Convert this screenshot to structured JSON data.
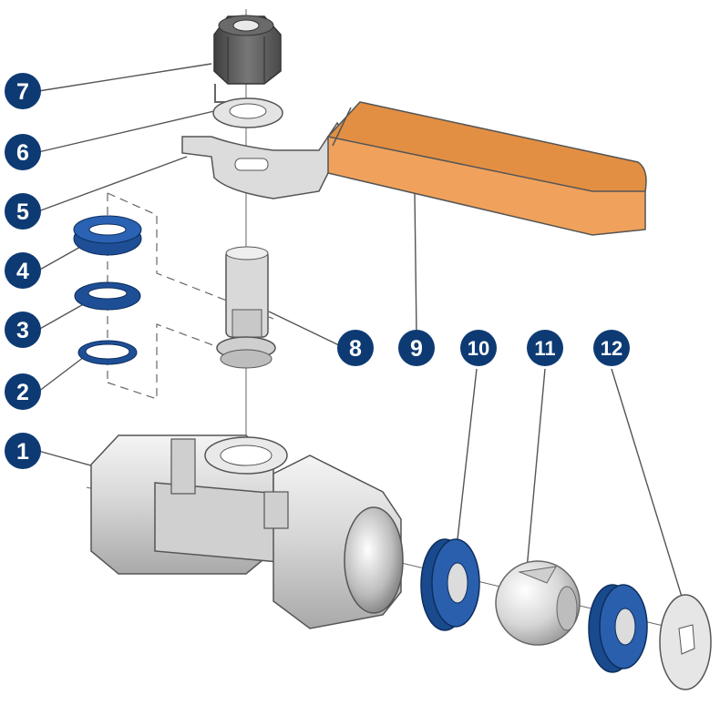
{
  "colors": {
    "badge": "#0d3a73",
    "badge_text": "#ffffff",
    "seal_blue": "#1e4f96",
    "lever_orange": "#f0a25c",
    "metal_light": "#e2e2e2",
    "metal_mid": "#c9c9c9",
    "metal_dark": "#9a9a9a",
    "nut_dark": "#5a5a5a",
    "outline": "#555555"
  },
  "callouts": [
    {
      "number": "1"
    },
    {
      "number": "2"
    },
    {
      "number": "3"
    },
    {
      "number": "4"
    },
    {
      "number": "5"
    },
    {
      "number": "6"
    },
    {
      "number": "7"
    },
    {
      "number": "8"
    },
    {
      "number": "9"
    },
    {
      "number": "10"
    },
    {
      "number": "11"
    },
    {
      "number": "12"
    }
  ]
}
